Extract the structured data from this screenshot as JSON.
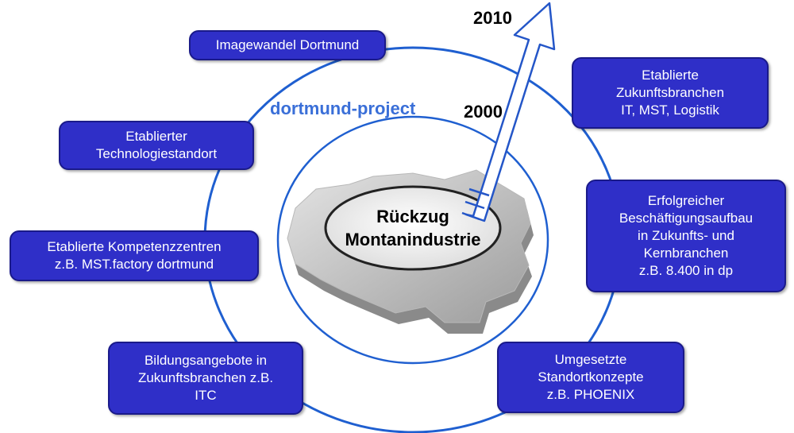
{
  "years": {
    "start": "2000",
    "end": "2010"
  },
  "project_label": "dortmund-project",
  "center": {
    "line1": "Rückzug",
    "line2": "Montanindustrie"
  },
  "boxes": {
    "imagewandel": [
      "Imagewandel Dortmund"
    ],
    "technologiestandort": [
      "Etablierter",
      "Technologiestandort"
    ],
    "kompetenzzentren": [
      "Etablierte Kompetenzzentren",
      "z.B. MST.factory dortmund"
    ],
    "bildungsangebote": [
      "Bildungsangebote in",
      "Zukunftsbranchen z.B.",
      "ITC"
    ],
    "zukunftsbranchen": [
      "Etablierte",
      "Zukunftsbranchen",
      "IT, MST, Logistik"
    ],
    "beschaeftigung": [
      "Erfolgreicher",
      "Beschäftigungsaufbau",
      "in Zukunfts- und",
      "Kernbranchen",
      "z.B. 8.400 in dp"
    ],
    "standortkonzepte": [
      "Umgesetzte",
      "Standortkonzepte",
      "z.B. PHOENIX"
    ]
  },
  "colors": {
    "box_fill": "#2f2fc8",
    "circle": "#1f5fd0",
    "project_text": "#3a6fd8"
  }
}
